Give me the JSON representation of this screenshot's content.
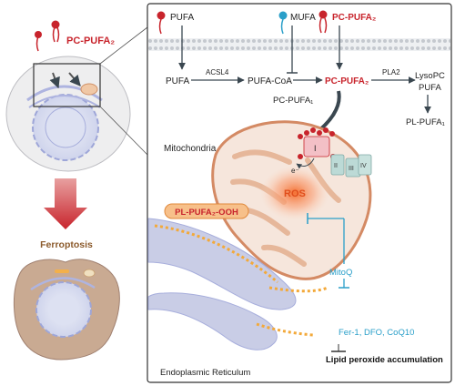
{
  "left_panel": {
    "compound_label": "PC-PUFA₂",
    "outcome_label": "Ferroptosis"
  },
  "right_panel": {
    "lipid_inputs": [
      "PUFA",
      "MUFA",
      "PC-PUFA₂"
    ],
    "pathway": {
      "pufa": "PUFA",
      "enzyme_acsl4": "ACSL4",
      "pufa_coa": "PUFA-CoA",
      "pc_pufa1": "PC-PUFA₁",
      "pc_pufa2": "PC-PUFA₂",
      "enzyme_pla2": "PLA2",
      "lyso_pc": "LysoPC",
      "pufa_product": "PUFA",
      "pl_pufa1": "PL-PUFA₁"
    },
    "organelles": {
      "mitochondria": "Mitochondria",
      "er": "Endoplasmic Reticulum"
    },
    "complexes": [
      "I",
      "II",
      "III",
      "IV"
    ],
    "electron_label": "e⁻",
    "ros_label": "ROS",
    "peroxide_badge": "PL-PUFA₂-OOH",
    "mitoq_label": "MitoQ",
    "inhibitors_label": "Fer-1, DFO, CoQ10",
    "accumulation_label": "Lipid peroxide accumulation"
  },
  "colors": {
    "red_accent": "#c8242c",
    "cyan_inhibitor": "#2a9fc9",
    "orange_badge": "#f0a050",
    "mito_fill": "#f6e6dc",
    "er_fill": "#c9cde6",
    "ferroptosis_text": "#8b5a2b"
  }
}
